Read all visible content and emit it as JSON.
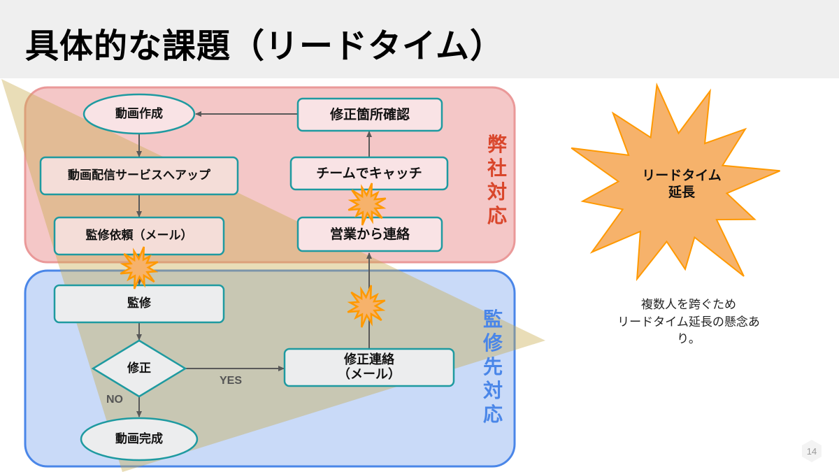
{
  "slide": {
    "title": "具体的な課題（リードタイム）",
    "page_number": "14"
  },
  "swimlanes": {
    "company": {
      "label_chars": [
        "弊",
        "社",
        "対",
        "応"
      ],
      "color": "#d9462b"
    },
    "supervisor": {
      "label_chars": [
        "監",
        "修",
        "先",
        "対",
        "応"
      ],
      "color": "#4a86e8"
    }
  },
  "nodes": {
    "create_video": "動画作成",
    "upload": "動画配信サービスへアップ",
    "request_review": "監修依頼（メール）",
    "review": "監修",
    "decision": "修正",
    "complete": "動画完成",
    "fix_notice_line1": "修正連絡",
    "fix_notice_line2": "（メール）",
    "sales_contact": "営業から連絡",
    "team_catch": "チームでキャッチ",
    "confirm_fix": "修正箇所確認"
  },
  "edge_labels": {
    "yes": "YES",
    "no": "NO"
  },
  "callout": {
    "burst_line1": "リードタイム",
    "burst_line2": "延長",
    "note_line1": "複数人を跨ぐため",
    "note_line2": "リードタイム延長の懸念あ",
    "note_line3": "り。"
  },
  "colors": {
    "company_lane_fill": "#f4c7c7",
    "company_lane_border": "#ea9999",
    "supervisor_lane_fill": "#c9daf8",
    "supervisor_lane_border": "#4a86e8",
    "node_border": "#1e9aa0",
    "arrow": "#595959",
    "burst_fill": "#f6b26b",
    "burst_border": "#ff9900",
    "funnel_fill": "#d8c588"
  }
}
